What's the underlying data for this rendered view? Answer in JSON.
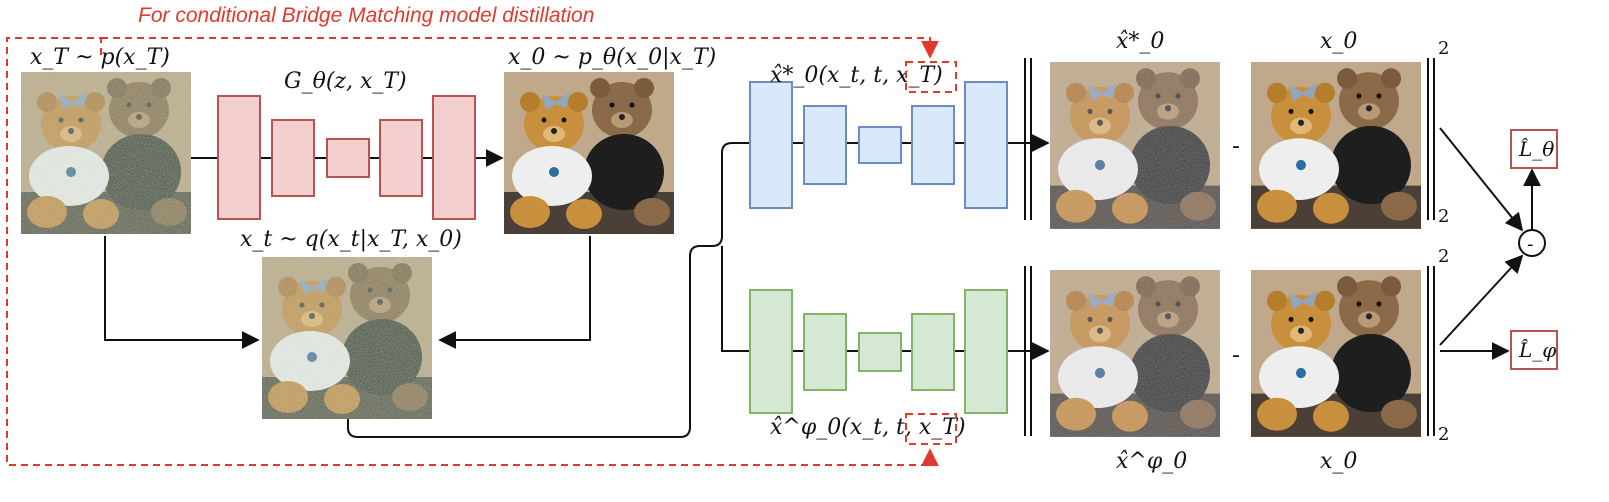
{
  "title": "For conditional Bridge Matching model distillation",
  "labels": {
    "x_T_sample": "x_T ~ p(x_T)",
    "generator": "G_θ(z, x_T)",
    "x0_generated": "x_0 ~ p_θ(x_0|x_T)",
    "x_t_sample": "x_t ~ q(x_t|x_T, x_0)",
    "teacher_output": "x̂*_0(x_t, t, x_T)",
    "student_output": "x̂^φ_0(x_t, t, x_T)",
    "teacher_image_label": "x̂*_0",
    "x0_top_label": "x_0",
    "student_image_label": "x̂^φ_0",
    "x0_bottom_label": "x_0",
    "minus_top": "-",
    "minus_bottom": "-",
    "norm_sq_1": "2",
    "norm_sq_2": "2",
    "norm_sq_3": "2",
    "norm_sq_4": "2",
    "loss_theta": "L̂_θ",
    "loss_phi": "L̂_φ",
    "minus_node": "-"
  },
  "colors": {
    "generator_fill": "#f3cfcf",
    "generator_stroke": "#b85450",
    "teacher_fill": "#dae8fc",
    "teacher_stroke": "#6c8ebf",
    "student_fill": "#d5e8d4",
    "student_stroke": "#82b366",
    "accent_red": "#e03a2f",
    "loss_box_stroke": "#b85450"
  }
}
